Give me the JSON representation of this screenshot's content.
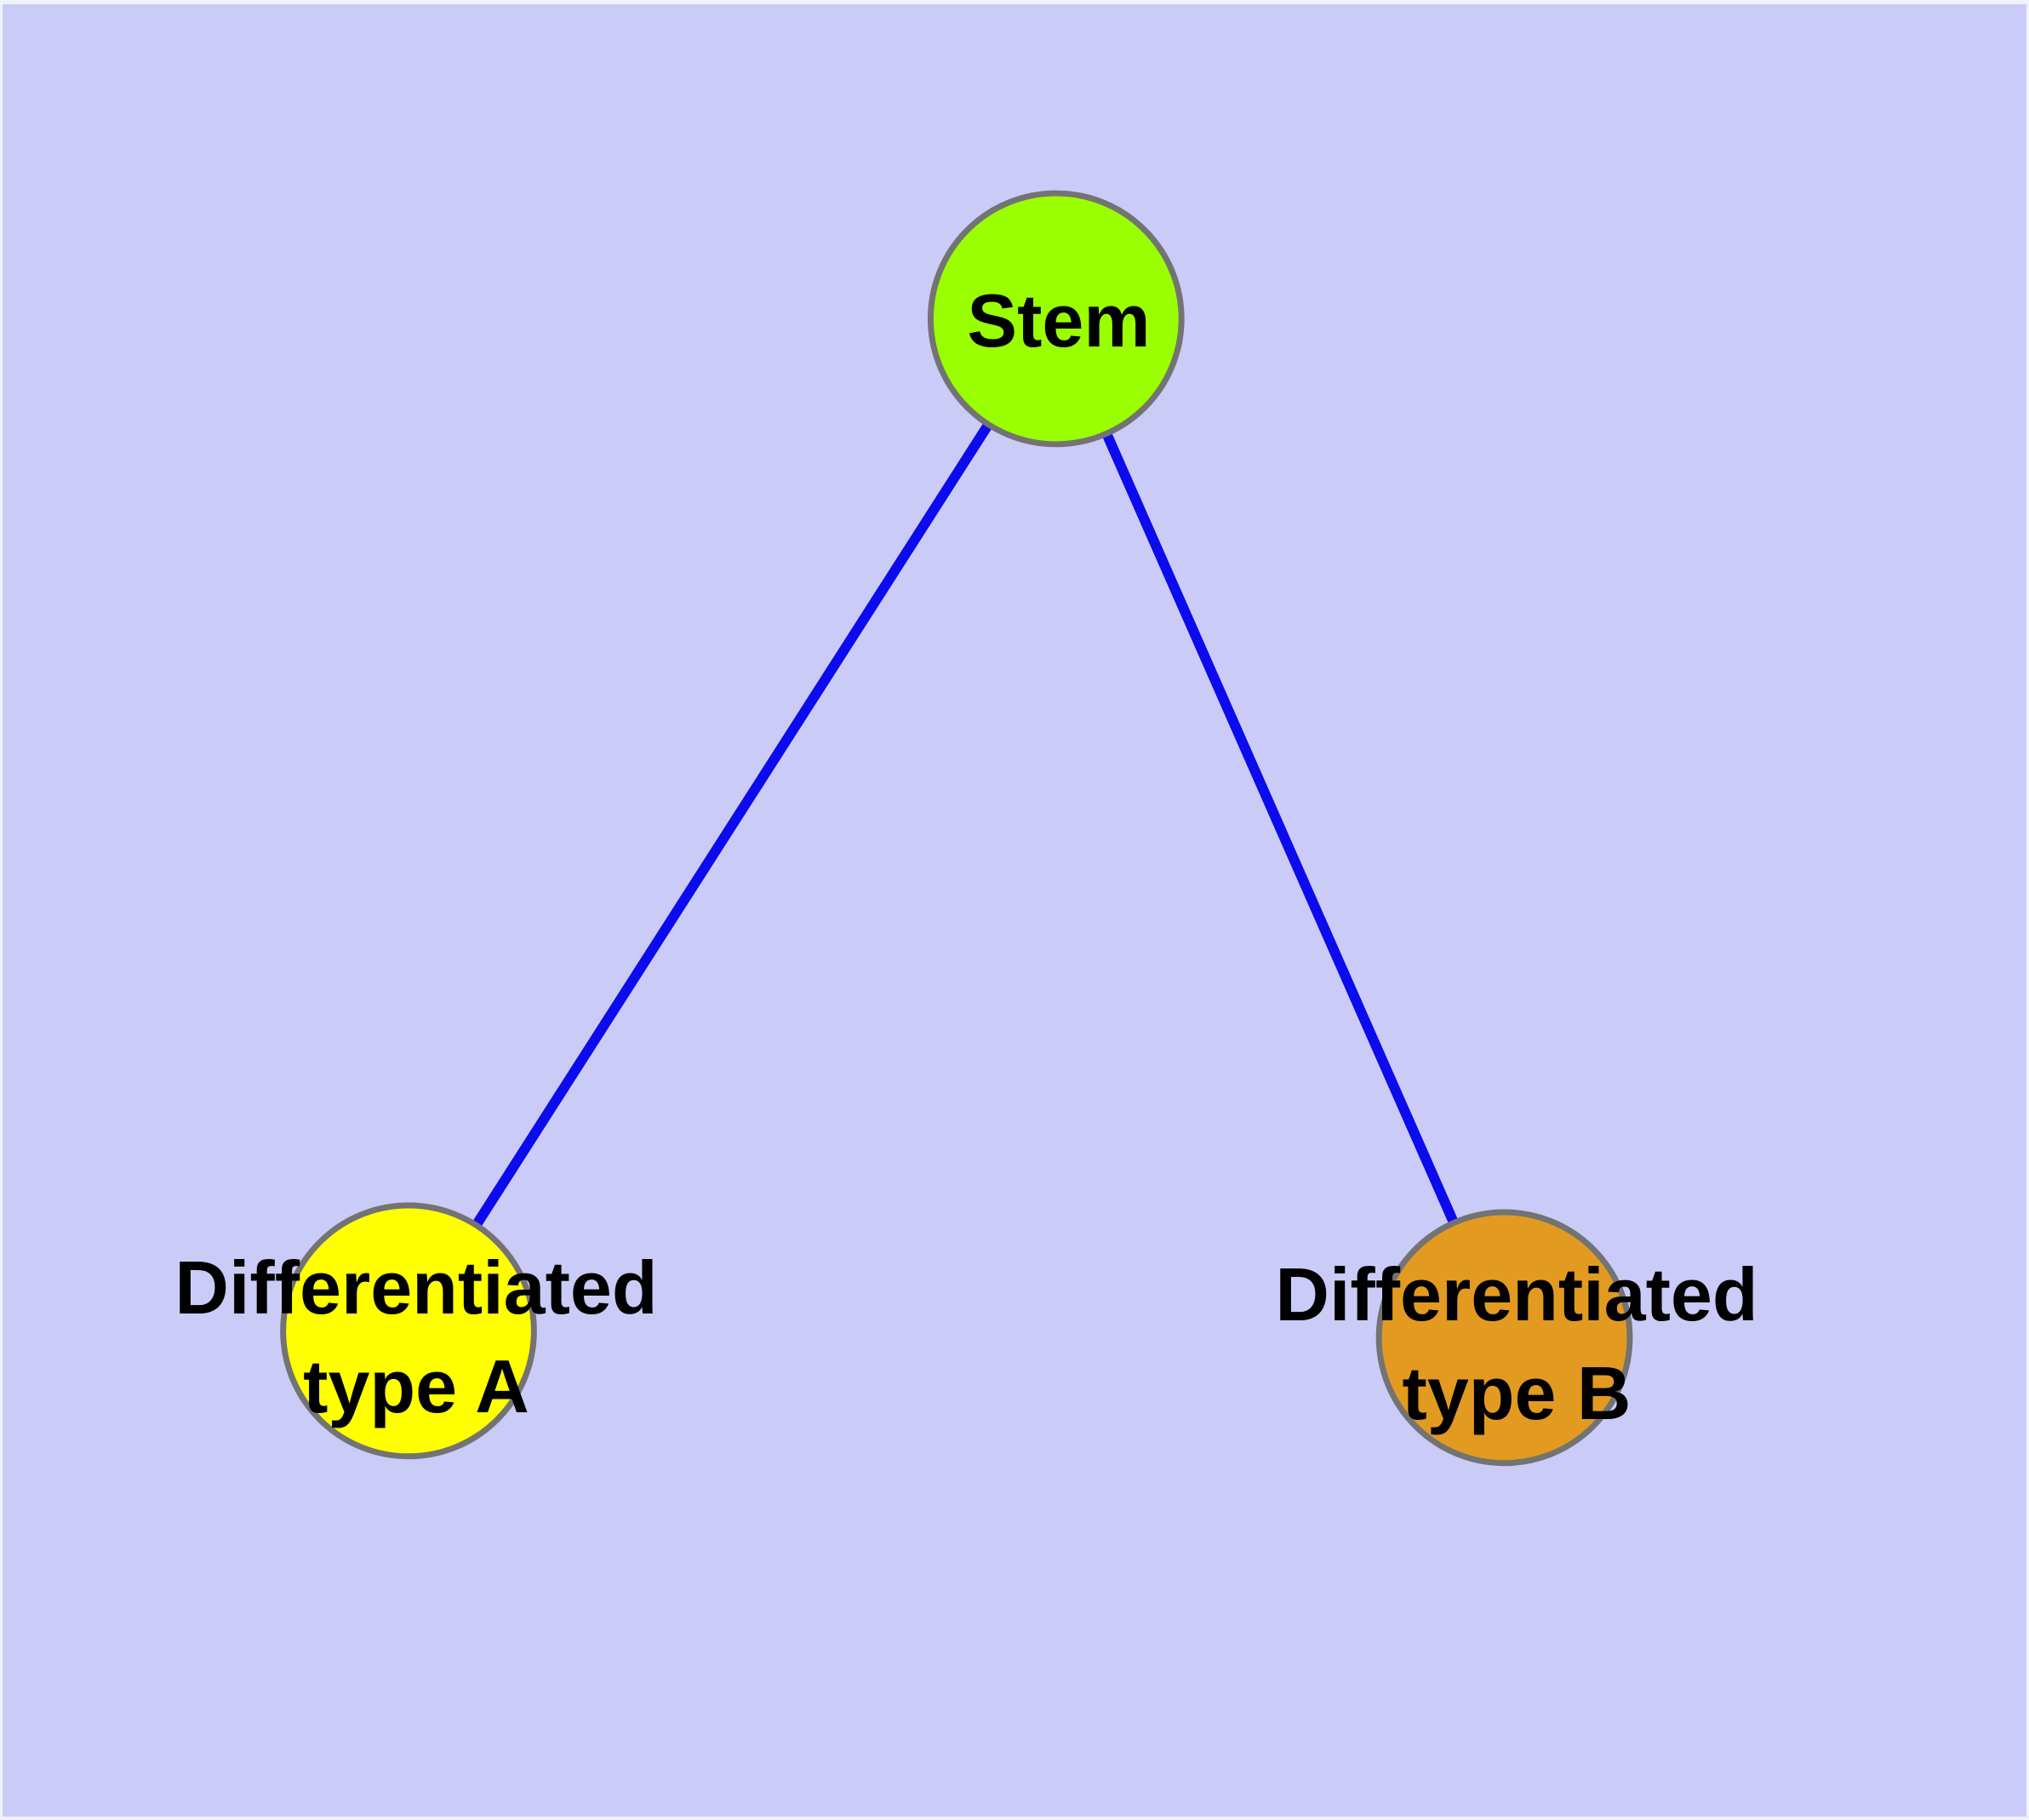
{
  "diagram": {
    "type": "graph",
    "background_color": "#cbcbf8",
    "frame_color": "#f2f2fc",
    "edge_color": "#0b0bee",
    "node_stroke_color": "#737373",
    "text_color": "#000000",
    "nodes": [
      {
        "id": "stem",
        "label": "Stem",
        "color": "#9aff00"
      },
      {
        "id": "differentiated-type-a",
        "label": "Differentiated type A",
        "label_line1": "Differentiated",
        "label_line2": "type A",
        "color": "#ffff00"
      },
      {
        "id": "differentiated-type-b",
        "label": "Differentiated type B",
        "label_line1": "Differentiated",
        "label_line2": "type B",
        "color": "#e39a20"
      }
    ],
    "edges": [
      {
        "from": "stem",
        "to": "differentiated-type-a"
      },
      {
        "from": "stem",
        "to": "differentiated-type-b"
      }
    ]
  }
}
